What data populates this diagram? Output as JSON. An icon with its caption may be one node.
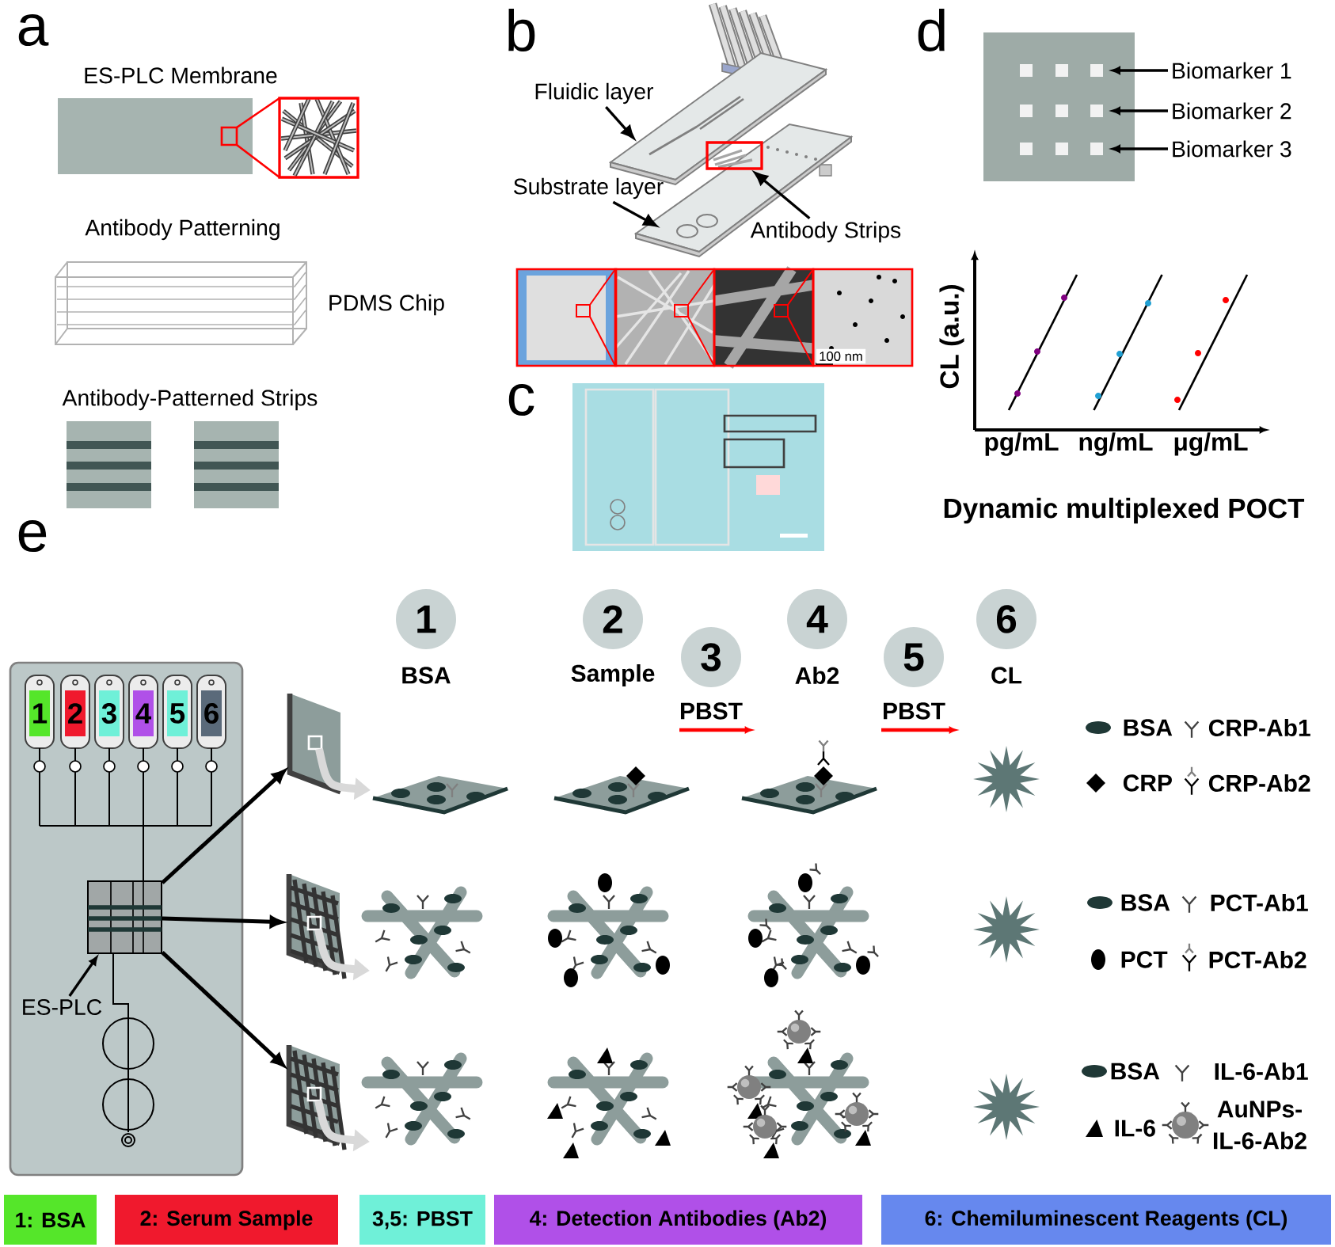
{
  "diagram": {
    "nodes": [
      {
        "text": [
          "Fluidic layer"
        ]
      },
      {
        "text": [
          "Substrate layer"
        ]
      },
      {
        "text": [
          "Antibody Strips"
        ]
      },
      {
        "text": [],
        "shape": "picture"
      },
      {
        "text": [],
        "shape": "picture"
      },
      {
        "text": [],
        "shape": "box"
      },
      {
        "text": [
          "Biomarker 1"
        ]
      },
      {
        "text": [
          "Biomarker 2"
        ]
      },
      {
        "text": [
          "Biomarker 3"
        ]
      },
      {
        "text": [
          "1"
        ],
        "beside": [
          "BSA"
        ]
      },
      {
        "text": [
          "2"
        ],
        "beside": [
          "Sample"
        ]
      },
      {
        "text": [
          "3"
        ],
        "beside": [
          "PBST"
        ]
      },
      {
        "text": [
          "4"
        ],
        "beside": [
          "Ab2"
        ]
      },
      {
        "text": [
          "5"
        ],
        "beside": [
          "PBST"
        ]
      },
      {
        "text": [
          "6"
        ],
        "beside": [
          "CL"
        ]
      },
      {
        "text": [],
        "shape": "box"
      },
      {
        "text": [
          "ES-PLC"
        ]
      },
      {
        "text": [],
        "shape": "picture"
      },
      {
        "text": [],
        "shape": "picture"
      },
      {
        "text": [],
        "shape": "picture"
      }
    ],
    "edges": [
      {
        "from": 0,
        "to": 3,
        "arrow": "to"
      },
      {
        "from": 1,
        "to": 4,
        "arrow": "to"
      },
      {
        "from": 2,
        "to": 5,
        "arrow": "to"
      },
      {
        "from": 6,
        "to": null,
        "arrow": "to"
      },
      {
        "from": 7,
        "to": null,
        "arrow": "to"
      },
      {
        "from": 8,
        "to": null,
        "arrow": "to"
      },
      {
        "from": 16,
        "to": 15,
        "arrow": "to"
      },
      {
        "from": 15,
        "to": 17,
        "arrow": "to"
      },
      {
        "from": 15,
        "to": 18,
        "arrow": "to"
      },
      {
        "from": 15,
        "to": 19,
        "arrow": "to"
      }
    ],
    "labels": [
      "a",
      "ES-PLC Membrane",
      "Antibody Patterning",
      "PDMS Chip",
      "Antibody-Patterned Strips",
      "b",
      "100 nm",
      "c",
      "d",
      "CL (a.u.)",
      "pg/mL",
      "ng/mL",
      "μg/mL",
      "Dynamic multiplexed POCT",
      "e",
      "1",
      "2",
      "3",
      "4",
      "5",
      "6"
    ],
    "legend": [
      {
        "text": "BSA"
      },
      {
        "text": "CRP-Ab1"
      },
      {
        "text": "CRP"
      },
      {
        "text": "CRP-Ab2"
      },
      {
        "text": "BSA"
      },
      {
        "text": "PCT-Ab1"
      },
      {
        "text": "PCT"
      },
      {
        "text": "PCT-Ab2"
      },
      {
        "text": "BSA"
      },
      {
        "text": "IL-6-Ab1"
      },
      {
        "text": "IL-6"
      },
      {
        "text": "AuNPs-IL-6-Ab2"
      },
      {
        "text": "1: BSA",
        "color": "#55e62a"
      },
      {
        "text": "2: Serum Sample",
        "color": "#f0192d"
      },
      {
        "text": "3,5: PBST",
        "color": "#6ff0d8"
      },
      {
        "text": "4: Detection Antibodies (Ab2)",
        "color": "#b050e8"
      },
      {
        "text": "6: Chemiluminescent Reagents (CL)",
        "color": "#6688ee"
      }
    ]
  }
}
